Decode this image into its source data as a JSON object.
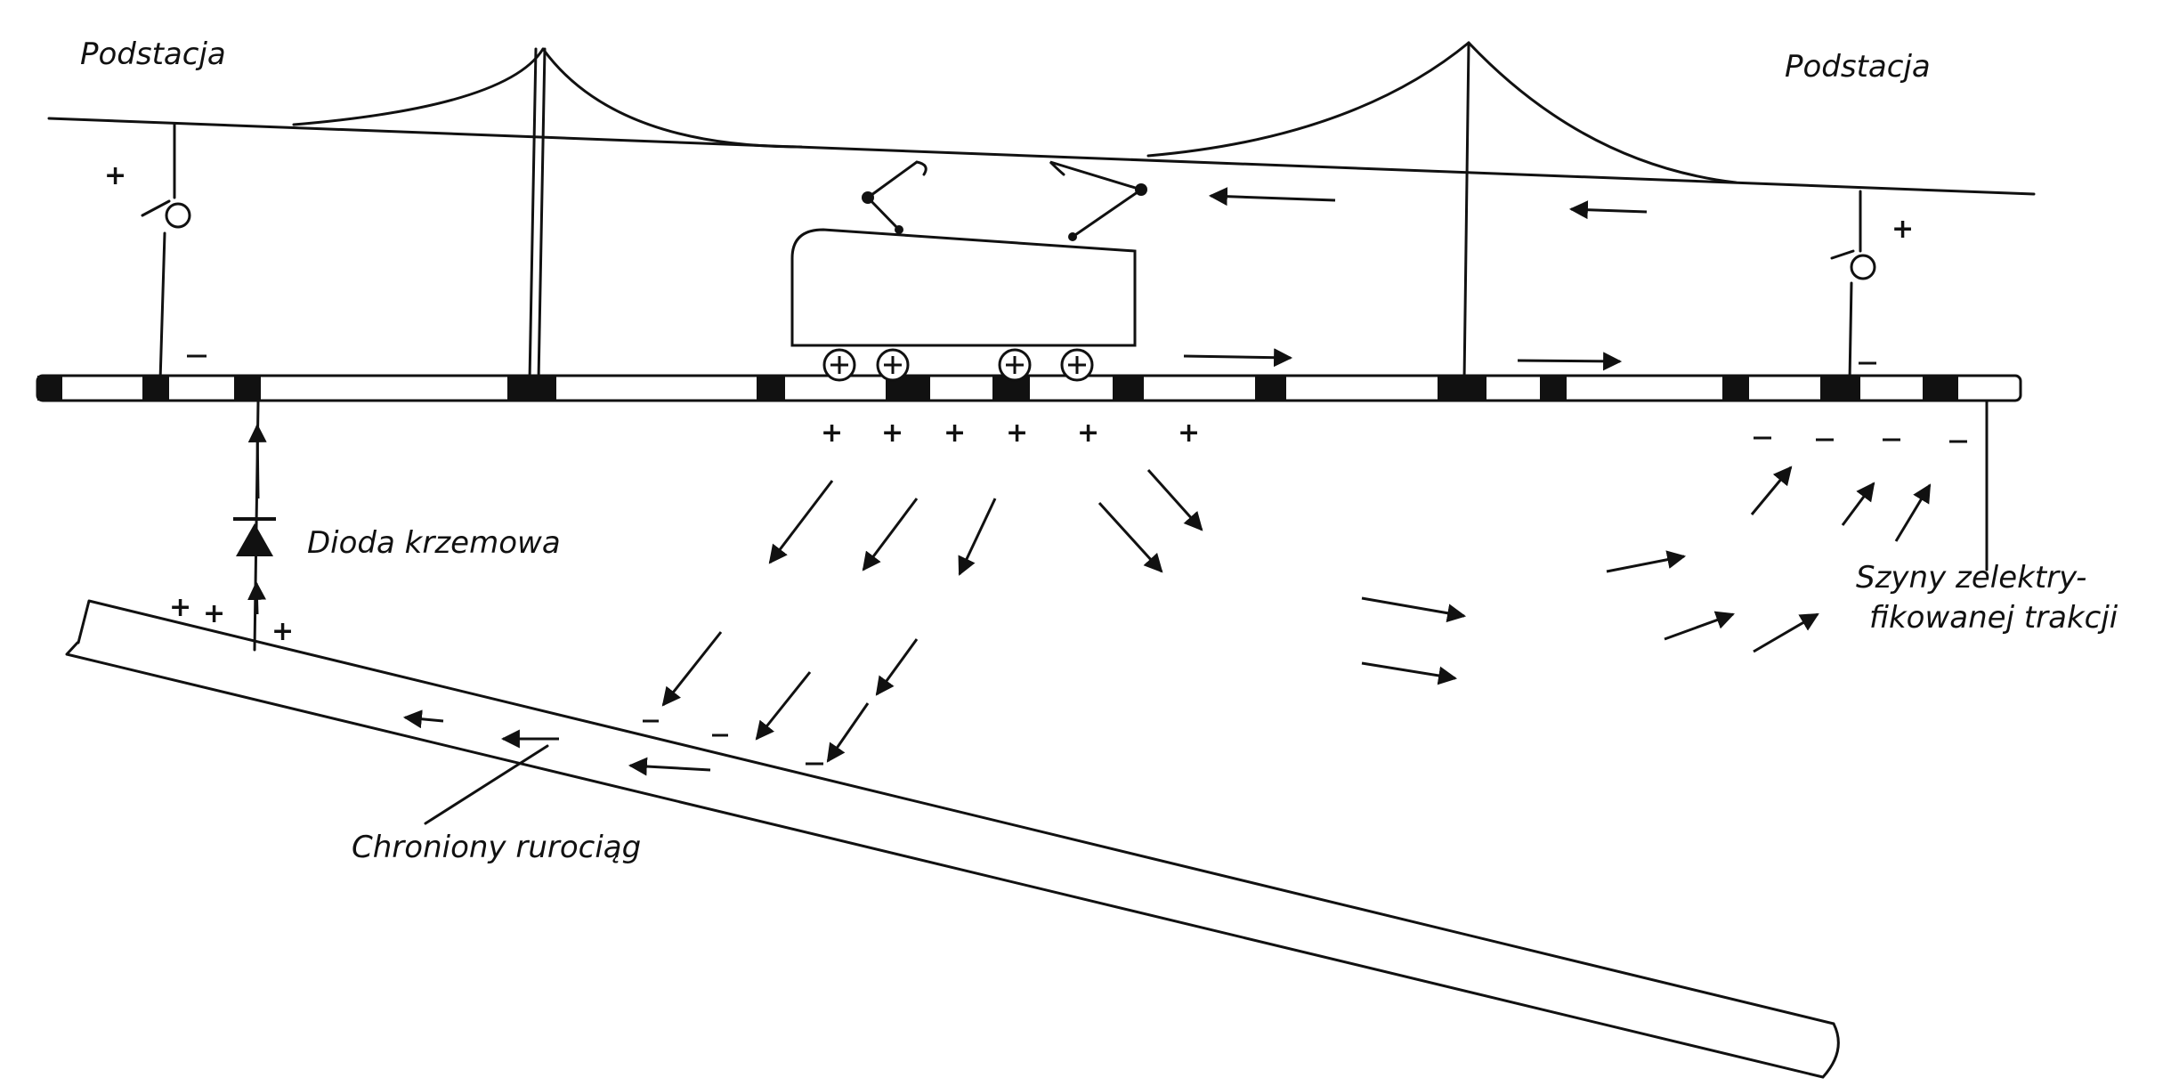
{
  "labels": {
    "substation_left": "Podstacja",
    "substation_right": "Podstacja",
    "diode": "Dioda krzemowa",
    "rails_line1": "Szyny zelektry-",
    "rails_line2": "fikowanej trakcji",
    "pipeline": "Chroniony rurociąg"
  },
  "symbols": {
    "plus": "+",
    "minus": "−"
  }
}
